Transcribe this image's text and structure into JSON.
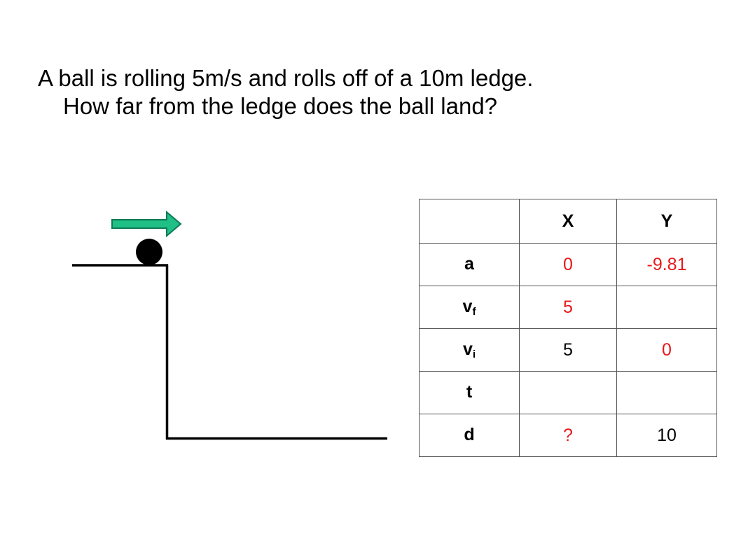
{
  "question": {
    "line1": "A ball is rolling 5m/s and rolls off of a 10m ledge.",
    "line2": "How far from the ledge does the ball land?"
  },
  "colors": {
    "arrow_fill": "#1fbf85",
    "arrow_stroke": "#0f7a55",
    "given_value": "#e8181b",
    "known_value": "#000000"
  },
  "table": {
    "headers": [
      "",
      "X",
      "Y"
    ],
    "rows": [
      {
        "label": "a",
        "sub": "",
        "x": "0",
        "x_color": "red",
        "y": "-9.81",
        "y_color": "red"
      },
      {
        "label": "v",
        "sub": "f",
        "x": "5",
        "x_color": "red",
        "y": "",
        "y_color": "red"
      },
      {
        "label": "v",
        "sub": "i",
        "x": "5",
        "x_color": "black",
        "y": "0",
        "y_color": "red"
      },
      {
        "label": "t",
        "sub": "",
        "x": "",
        "x_color": "red",
        "y": "",
        "y_color": "red"
      },
      {
        "label": "d",
        "sub": "",
        "x": "?",
        "x_color": "red",
        "y": "10",
        "y_color": "black"
      }
    ]
  }
}
